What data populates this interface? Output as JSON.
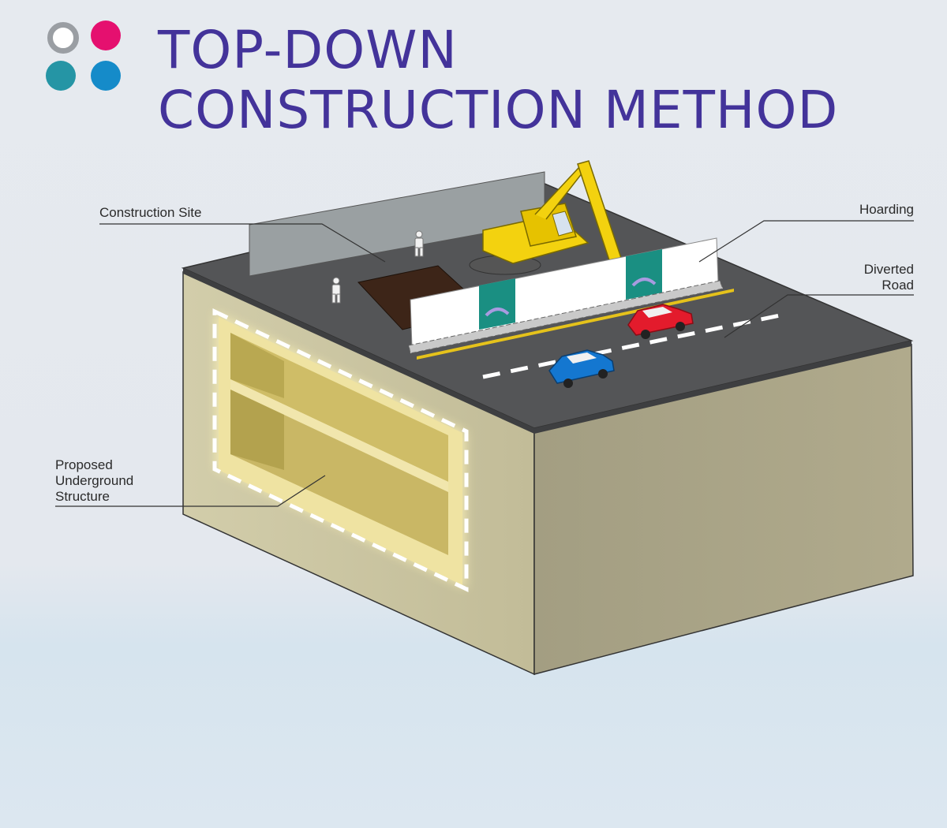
{
  "title": {
    "line1": "TOP-DOWN",
    "line2": "CONSTRUCTION METHOD"
  },
  "logo": {
    "dots": [
      "grey-ring",
      "magenta",
      "teal",
      "blue"
    ]
  },
  "labels": {
    "construction_site": "Construction Site",
    "hoarding": "Hoarding",
    "diverted_road": "Diverted\nRoad",
    "proposed_structure": "Proposed\nUnderground\nStructure"
  },
  "colors": {
    "title": "#43339a",
    "ground_top": "#545557",
    "soil_front": "#ccc6a2",
    "soil_side": "#a8a285",
    "structure": "#e8dc9a",
    "excavator": "#f3d20f",
    "car_red": "#e31b2c",
    "car_blue": "#1477d0",
    "sign": "#1a8f82"
  }
}
